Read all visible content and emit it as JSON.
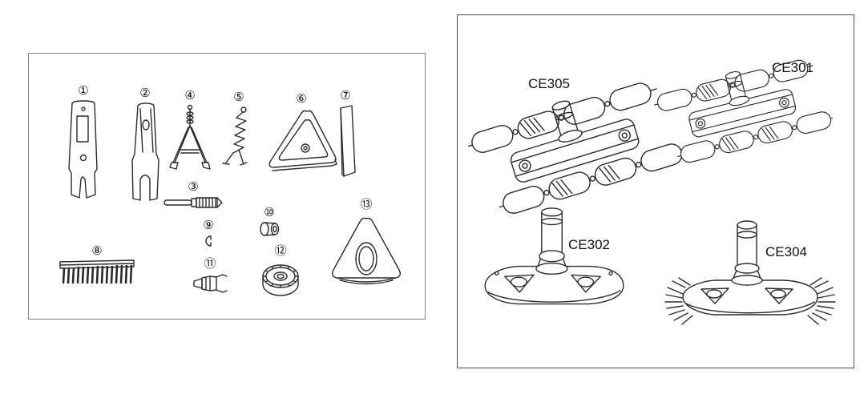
{
  "left_panel": {
    "title": "parts-diagram",
    "parts": [
      {
        "number": "①"
      },
      {
        "number": "②"
      },
      {
        "number": "③"
      },
      {
        "number": "④"
      },
      {
        "number": "⑤"
      },
      {
        "number": "⑥"
      },
      {
        "number": "⑦"
      },
      {
        "number": "⑧"
      },
      {
        "number": "⑨"
      },
      {
        "number": "⑩"
      },
      {
        "number": "⑪"
      },
      {
        "number": "⑫"
      },
      {
        "number": "⑬"
      }
    ]
  },
  "right_panel": {
    "products": [
      {
        "code": "CE305"
      },
      {
        "code": "CE301"
      },
      {
        "code": "CE302"
      },
      {
        "code": "CE304"
      }
    ]
  },
  "colors": {
    "line": "#2b2b2b",
    "parts_border": "#828282",
    "products_border": "#4a4a4a"
  }
}
